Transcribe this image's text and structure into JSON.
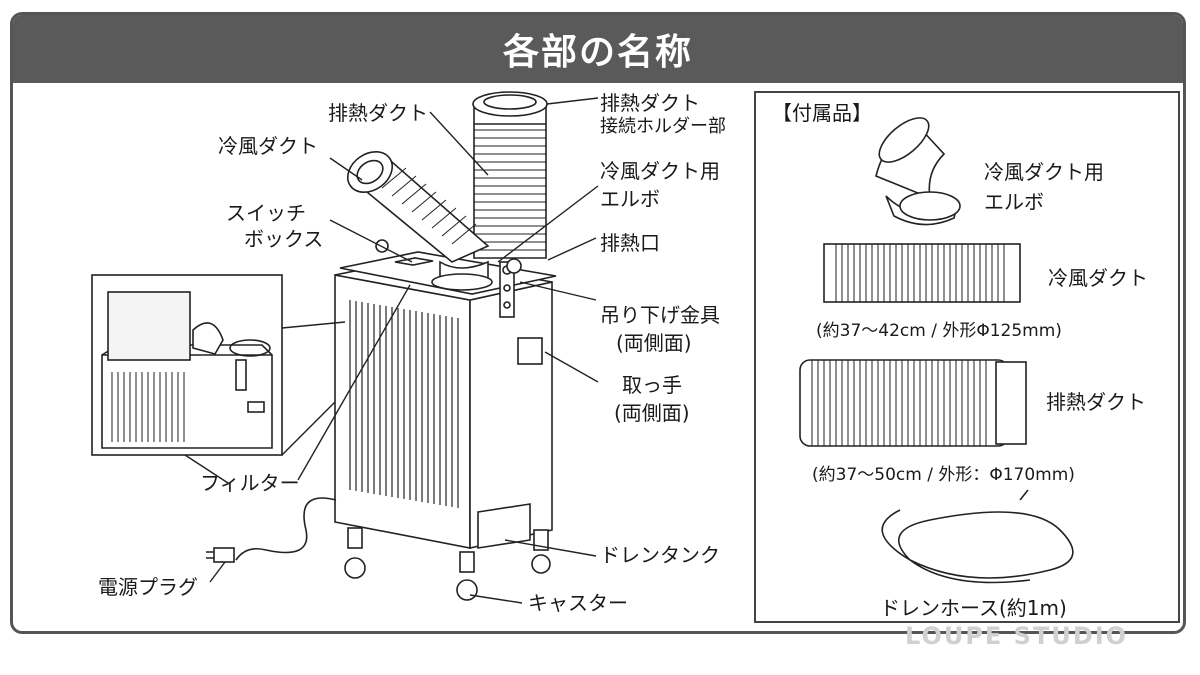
{
  "title": "各部の名称",
  "labels": {
    "exhaust_duct": "排熱ダクト",
    "cold_duct": "冷風ダクト",
    "switch_box_line1": "スイッチ",
    "switch_box_line2": "ボックス",
    "exhaust_holder_line1": "排熱ダクト",
    "exhaust_holder_line2": "接続ホルダー部",
    "cold_elbow_line1": "冷風ダクト用",
    "cold_elbow_line2": "エルボ",
    "exhaust_port": "排熱口",
    "hanging_bracket_line1": "吊り下げ金具",
    "hanging_bracket_line2": "(両側面)",
    "handle_line1": "取っ手",
    "handle_line2": "(両側面)",
    "filter": "フィルター",
    "drain_tank": "ドレンタンク",
    "power_plug": "電源プラグ",
    "caster": "キャスター"
  },
  "accessories": {
    "heading": "【付属品】",
    "elbow_line1": "冷風ダクト用",
    "elbow_line2": "エルボ",
    "cold_duct": "冷風ダクト",
    "cold_duct_note": "(約37～42cm / 外形Φ125mm)",
    "exhaust_duct": "排熱ダクト",
    "exhaust_duct_note": "(約37～50cm / 外形：Φ170mm)",
    "drain_hose": "ドレンホース(約1m)"
  },
  "watermark": "LOUPE STUDIO",
  "colors": {
    "title_bar": "#5a5a5a",
    "frame": "#555555"
  }
}
